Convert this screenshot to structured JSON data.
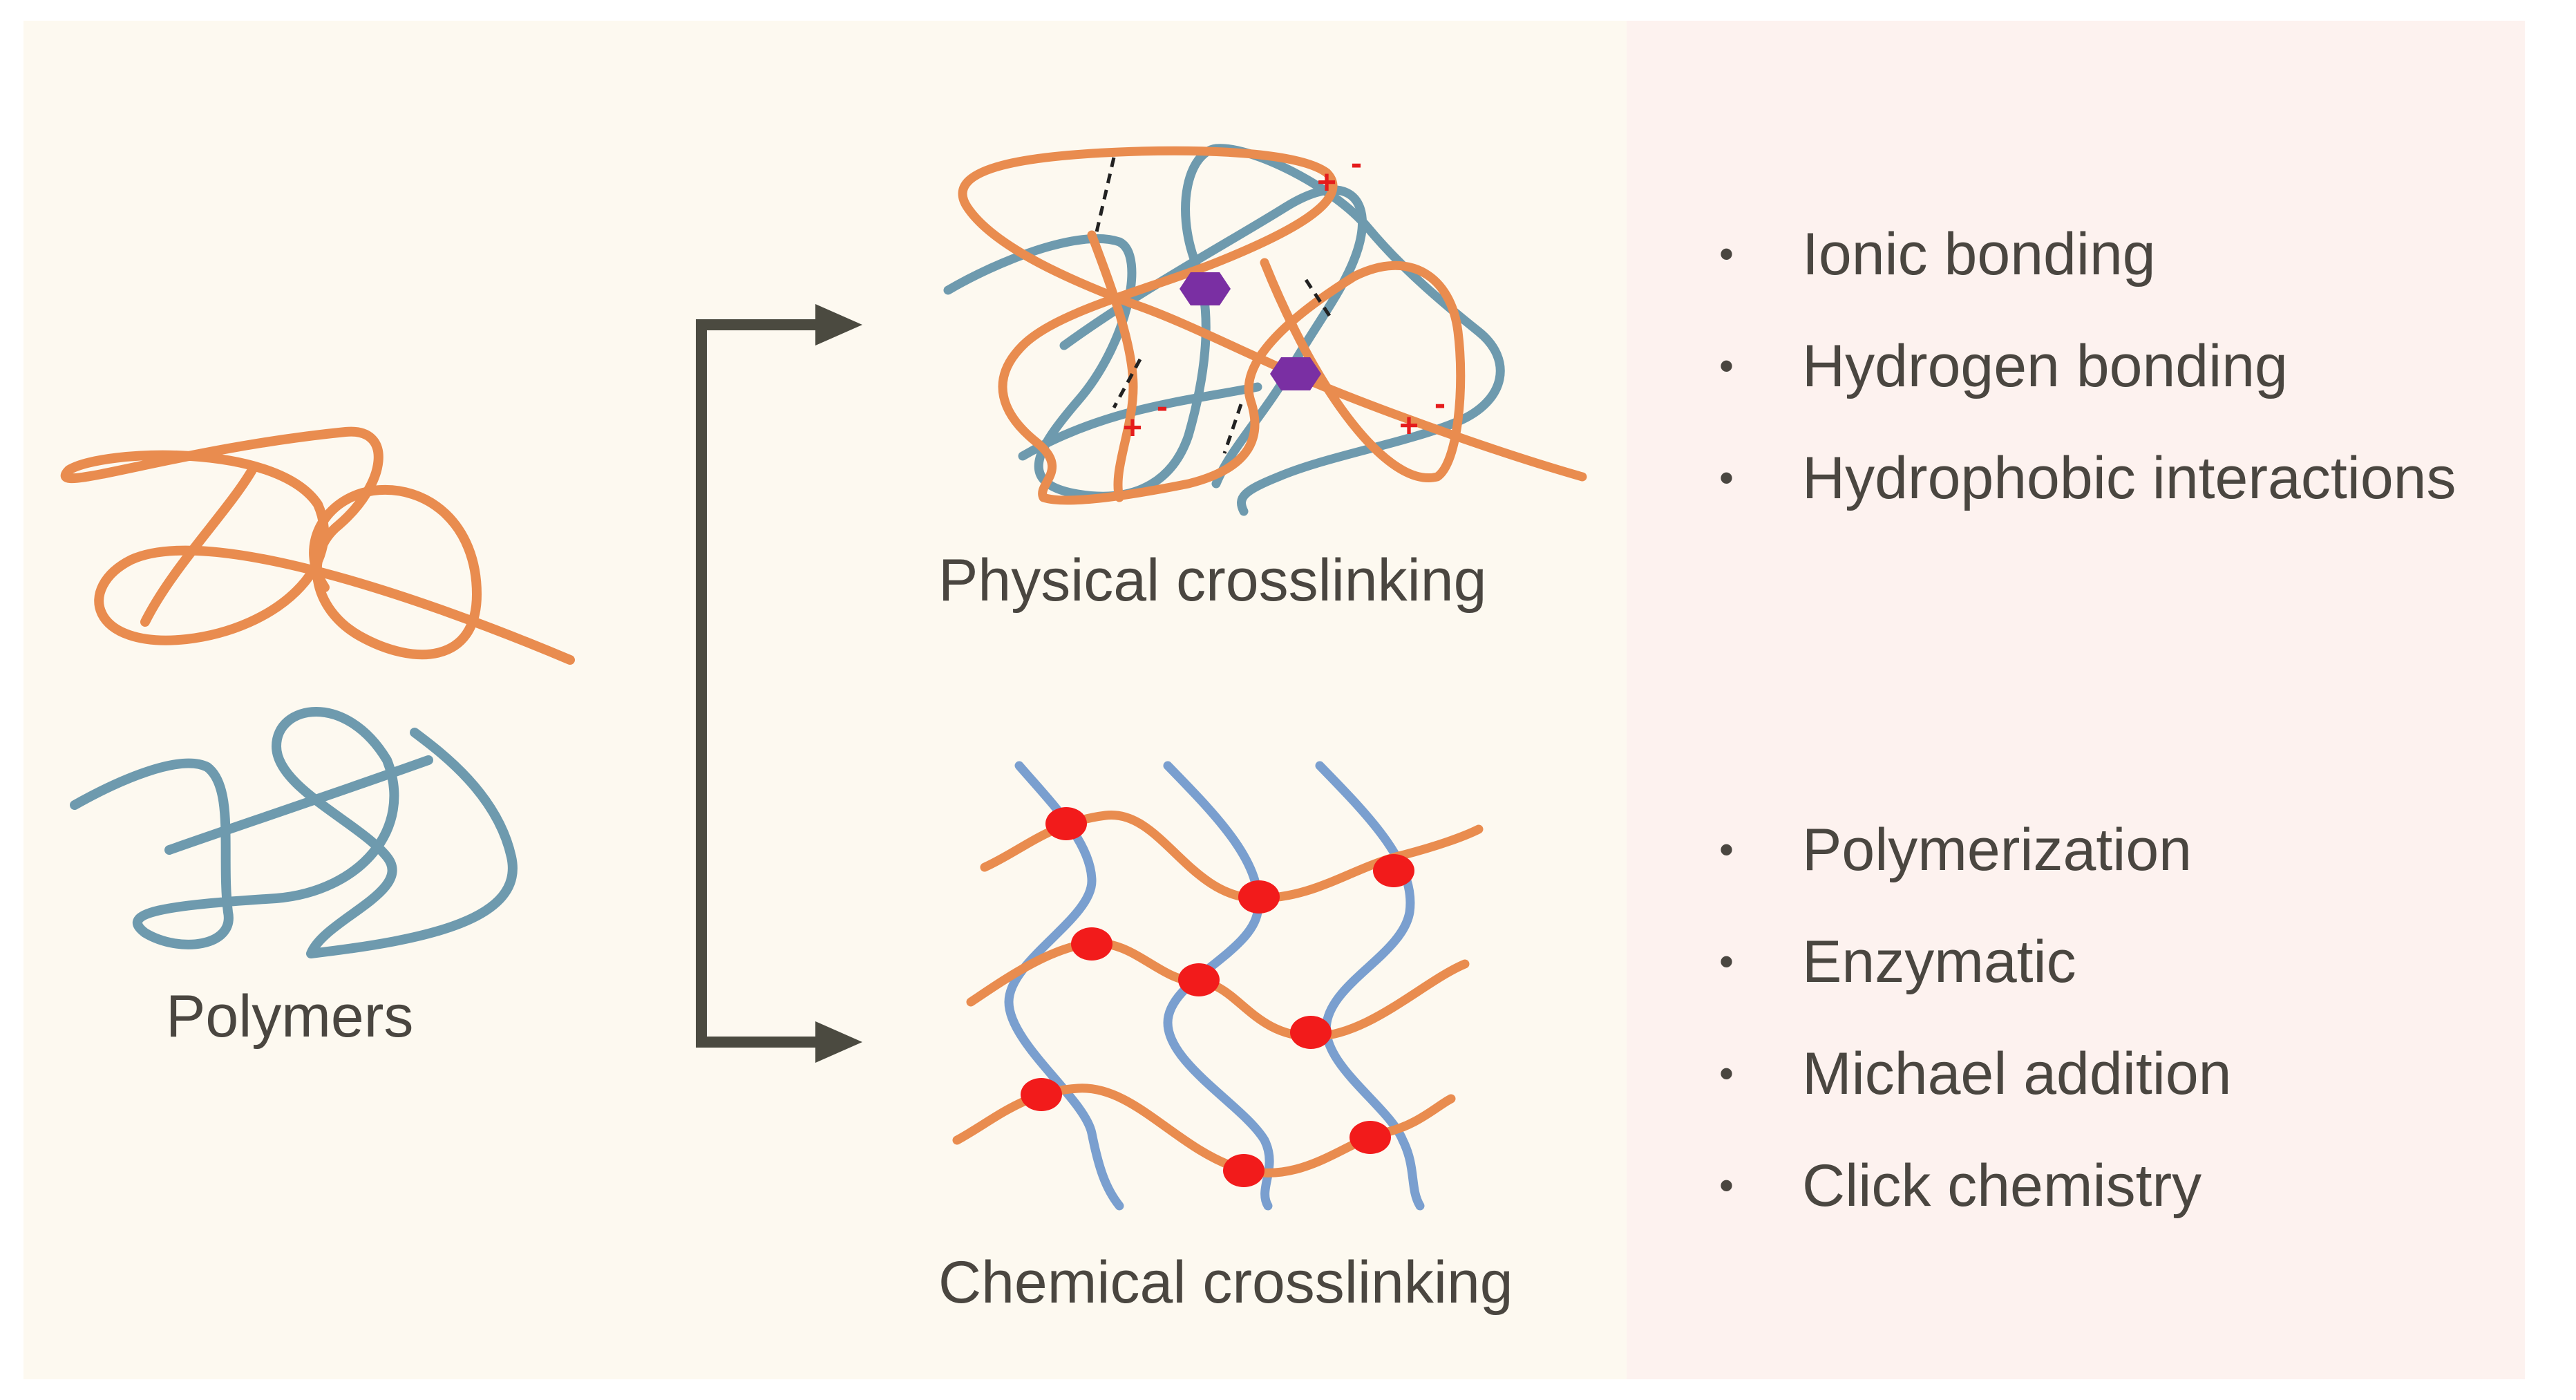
{
  "colors": {
    "left_panel": "#fdf9f0",
    "right_panel": "#fdf2ef",
    "orange_chain": "#e98c4f",
    "teal_chain": "#6e9aae",
    "blue_chain": "#7a9fcf",
    "arrow": "#4b4a40",
    "crosslink_node": "#f21b1b",
    "hexagon": "#7a2fa3",
    "ionic_charge": "#e51c1c",
    "text": "#4a4640"
  },
  "labels": {
    "polymers": "Polymers",
    "physical": "Physical crosslinking",
    "chemical": "Chemical crosslinking"
  },
  "charge_signs": {
    "plus": "+",
    "minus": "-"
  },
  "bullet_symbol": "•",
  "physical_methods": [
    "Ionic bonding",
    "Hydrogen bonding",
    "Hydrophobic interactions"
  ],
  "chemical_methods": [
    "Polymerization",
    "Enzymatic",
    "Michael addition",
    "Click chemistry"
  ]
}
